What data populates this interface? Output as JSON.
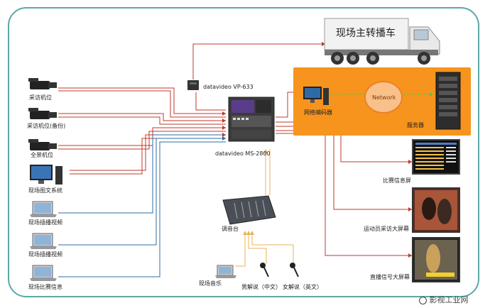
{
  "truck": {
    "title": "现场主转播车"
  },
  "converter": {
    "label": "datavideo VP-633"
  },
  "switcher": {
    "label": "datavideo MS-2800"
  },
  "network_zone": {
    "encoder_label": "网络编码器",
    "network_label": "Network",
    "server_label": "服务器",
    "color": "#f7941d"
  },
  "sources": [
    {
      "label": "采访机位"
    },
    {
      "label": "采访机位(备份)"
    },
    {
      "label": "全景机位"
    },
    {
      "label": "现场图文系统"
    },
    {
      "label": "现场插播视频"
    },
    {
      "label": "现场插播视频"
    },
    {
      "label": "现场比赛信息"
    }
  ],
  "audio": {
    "mixer_label": "调音台",
    "inputs": [
      {
        "label": "现场音乐"
      },
      {
        "label": "男解说（中文）"
      },
      {
        "label": "女解说（英文）"
      }
    ]
  },
  "displays": [
    {
      "label": "比赛信息屏"
    },
    {
      "label": "运动员采访大屏幕"
    },
    {
      "label": "直播信号大屏幕"
    }
  ],
  "watermark": "影视工业网",
  "colors": {
    "video_line": "#c0392b",
    "blue_line": "#2e6da4",
    "audio_line": "#e7b35a",
    "frame": "#5ba8a8"
  }
}
